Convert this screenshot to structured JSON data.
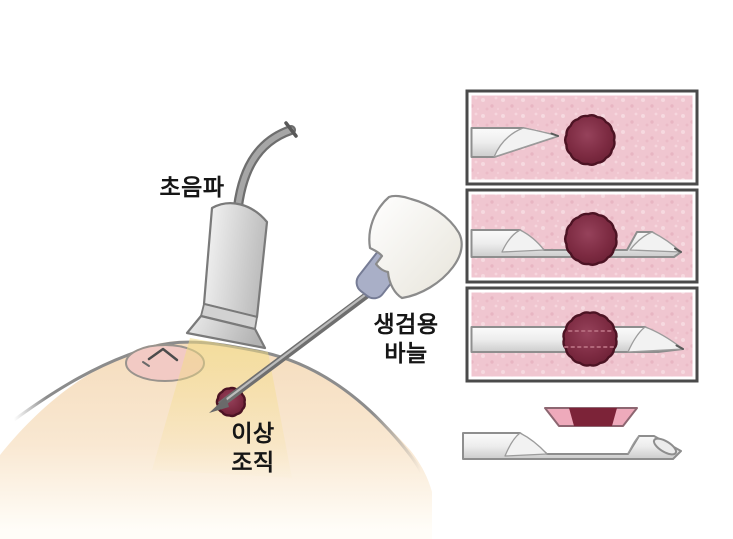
{
  "labels": {
    "ultrasound": "초음파",
    "biopsy_needle": {
      "line1": "생검용",
      "line2": "바늘"
    },
    "abnormal_tissue": {
      "line1": "이상",
      "line2": "조직"
    }
  },
  "illustration_parts": [
    "breast",
    "nipple",
    "ultrasound-probe",
    "probe-cable",
    "biopsy-needle-device",
    "abnormal-tissue-mass",
    "biopsy-step-panel-1",
    "biopsy-step-panel-2",
    "biopsy-step-panel-3",
    "tissue-sample",
    "open-biopsy-needle"
  ],
  "colors": {
    "background": "#ffffff",
    "skin": "#f6ddbc",
    "skin_highlight": "#f3dd84",
    "nipple": "#f2cac4",
    "tissue_pink": "#f0c6d0",
    "mass_maroon": "#7d2b42",
    "mass_outline": "#4c1323",
    "needle_white": "#f2f2f2",
    "needle_outline": "#8e8e8e",
    "probe_gray": "#d9d9d9",
    "cable_gray": "#6e6e6e",
    "handle_ivory": "#f3f1ea",
    "handle_collar": "#a9afc7",
    "panel_border": "#4a4a4a",
    "label_text": "#161616"
  }
}
